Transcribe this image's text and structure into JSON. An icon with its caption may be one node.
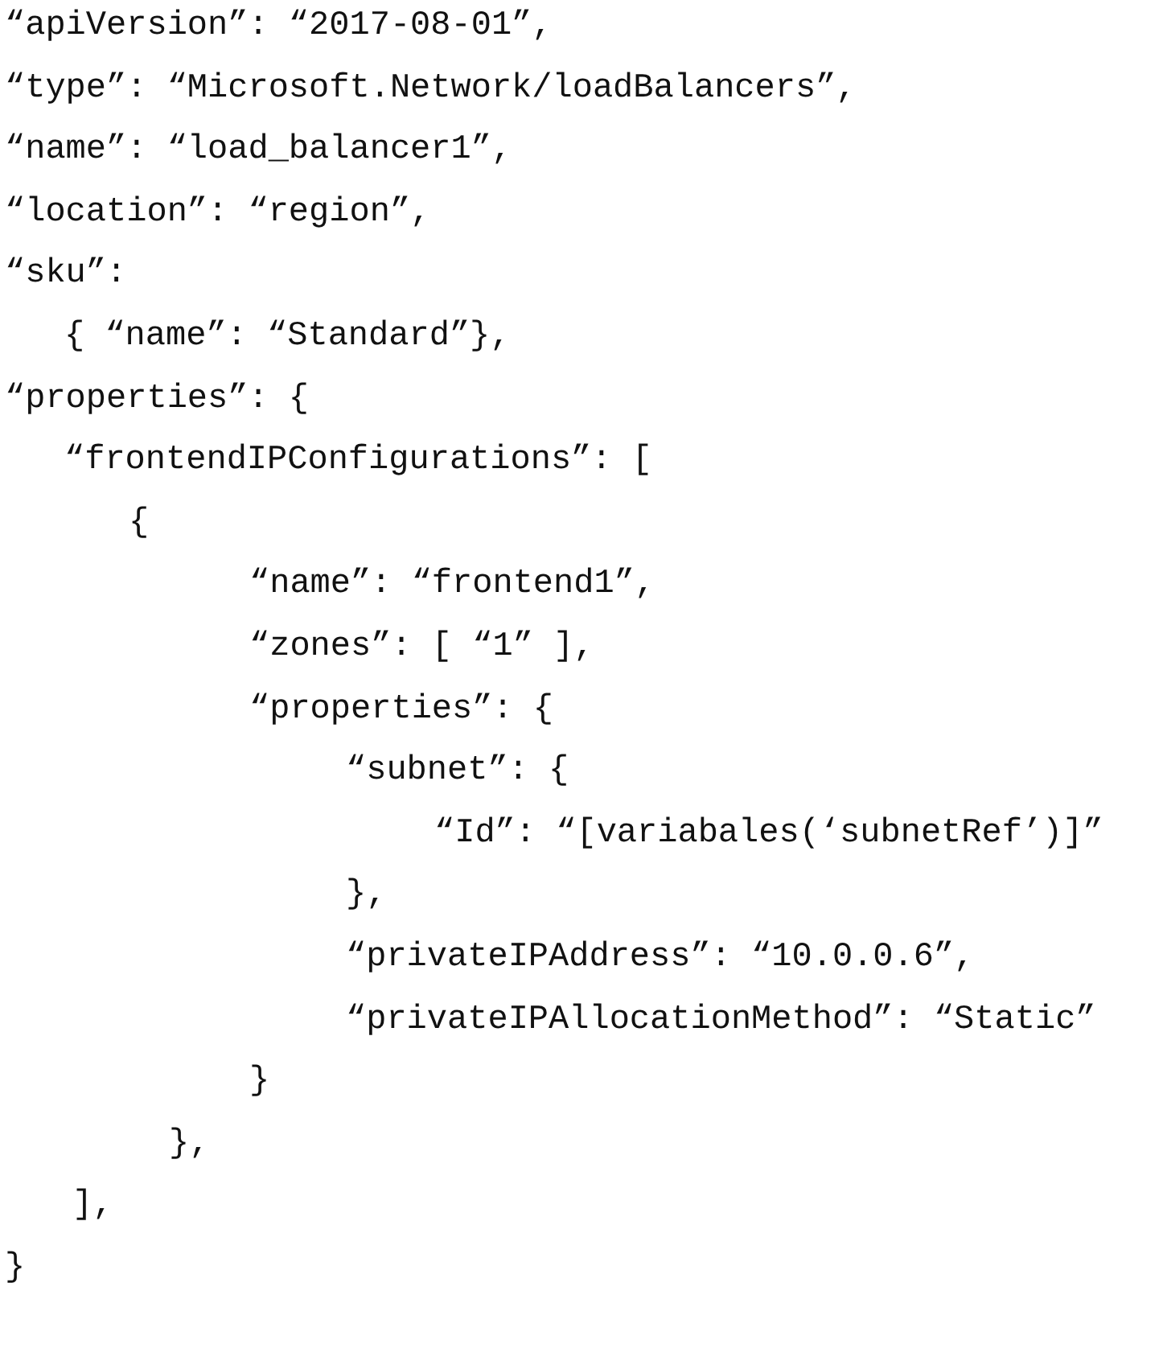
{
  "diagram": {
    "labels": [
      "“apiVersion”: “2017-08-01”,",
      "“type”: “Microsoft.Network/loadBalancers”,",
      "“name”: “load_balancer1”,",
      "“location”: “region”,",
      "“sku”:",
      "{ “name”: “Standard”},",
      "“properties”: {",
      "“frontendIPConfigurations”: [",
      "{",
      "“name”: “frontend1”,",
      "“zones”: [ “1” ],",
      "“properties”: {",
      "“subnet”: {",
      "“Id”: “[variabales(‘subnetRef’)]”",
      "},",
      "“privateIPAddress”: “10.0.0.6”,",
      "“privateIPAllocationMethod”: “Static”",
      "}",
      "},",
      "],",
      "}"
    ]
  }
}
